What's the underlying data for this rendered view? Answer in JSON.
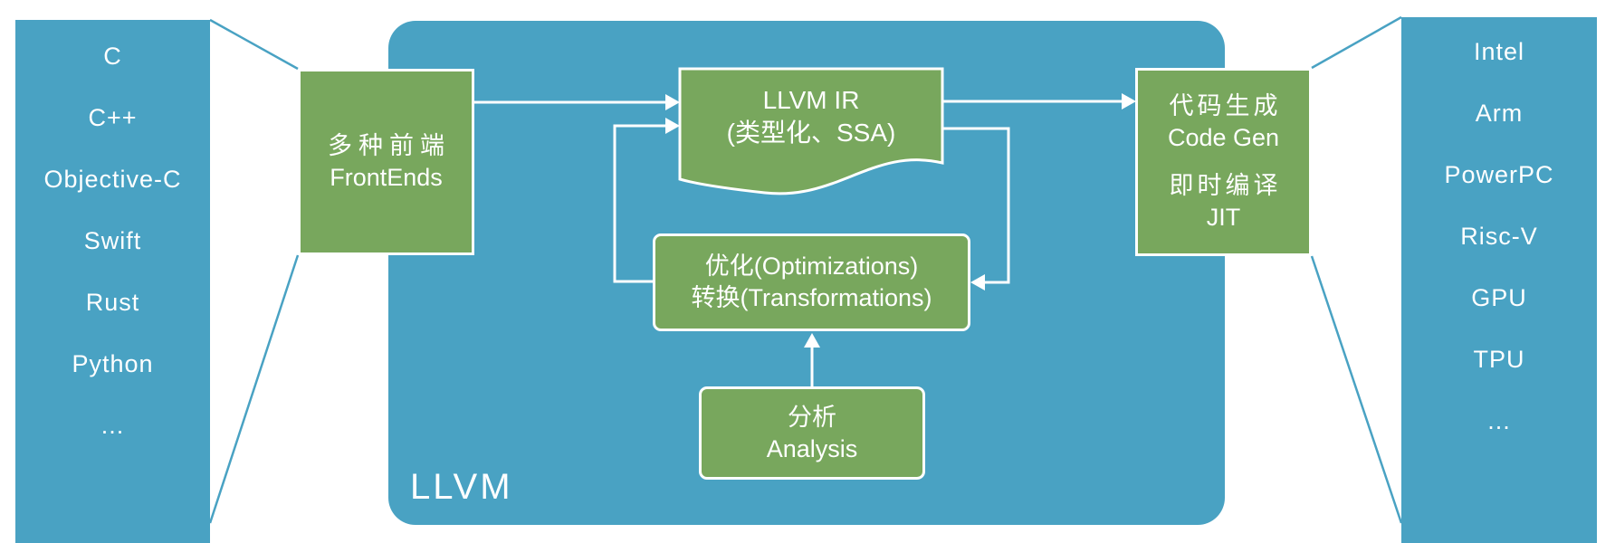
{
  "colors": {
    "blue": "#49A2C3",
    "green": "#78A75D",
    "line_white": "#ffffff",
    "text_white": "#ffffff"
  },
  "left_panel": {
    "items": [
      "C",
      "C++",
      "Objective-C",
      "Swift",
      "Rust",
      "Python",
      "..."
    ]
  },
  "right_panel": {
    "items": [
      "Intel",
      "Arm",
      "PowerPC",
      "Risc-V",
      "GPU",
      "TPU",
      "..."
    ]
  },
  "container": {
    "label": "LLVM"
  },
  "frontends": {
    "line1": "多种前端",
    "line2": "FrontEnds"
  },
  "llvm_ir": {
    "line1": "LLVM IR",
    "line2": "(类型化、SSA)"
  },
  "optimizations": {
    "line1": "优化(Optimizations)",
    "line2": "转换(Transformations)"
  },
  "analysis": {
    "line1": "分析",
    "line2": "Analysis"
  },
  "codegen": {
    "line1": "代码生成",
    "line2": "Code Gen",
    "line3": "即时编译",
    "line4": "JIT"
  }
}
